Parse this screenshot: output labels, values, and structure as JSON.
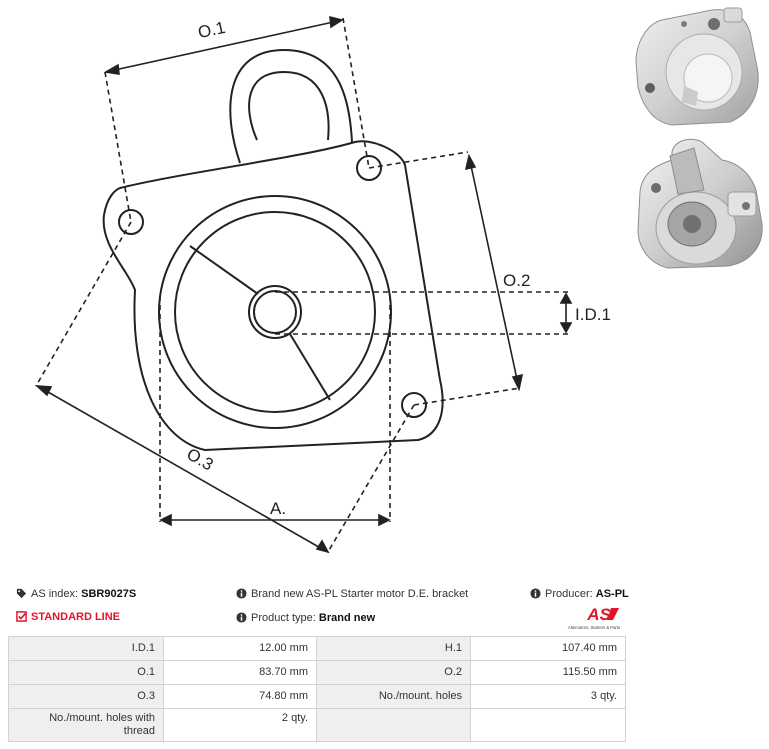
{
  "diagram": {
    "labels": {
      "o1": "O.1",
      "o2": "O.2",
      "o3": "O.3",
      "a": "A.",
      "id1": "I.D.1"
    }
  },
  "info": {
    "as_index_label": "AS index:",
    "as_index_value": "SBR9027S",
    "description_text": "Brand new AS-PL Starter motor D.E. bracket",
    "producer_label": "Producer:",
    "producer_value": "AS-PL",
    "standard_line": "STANDARD LINE",
    "product_type_label": "Product type:",
    "product_type_value": "Brand new"
  },
  "logo": {
    "mark": "AS",
    "tagline": "Alternators, Starters & Parts",
    "color": "#e3142a"
  },
  "specs": {
    "rows": [
      [
        {
          "label": "I.D.1",
          "value": "12.00 mm"
        },
        {
          "label": "H.1",
          "value": "107.40 mm"
        }
      ],
      [
        {
          "label": "O.1",
          "value": "83.70 mm"
        },
        {
          "label": "O.2",
          "value": "115.50 mm"
        }
      ],
      [
        {
          "label": "O.3",
          "value": "74.80 mm"
        },
        {
          "label": "No./mount. holes",
          "value": "3 qty."
        }
      ],
      [
        {
          "label": "No./mount. holes with thread",
          "value": "2 qty."
        },
        {
          "label": "",
          "value": ""
        }
      ]
    ]
  }
}
